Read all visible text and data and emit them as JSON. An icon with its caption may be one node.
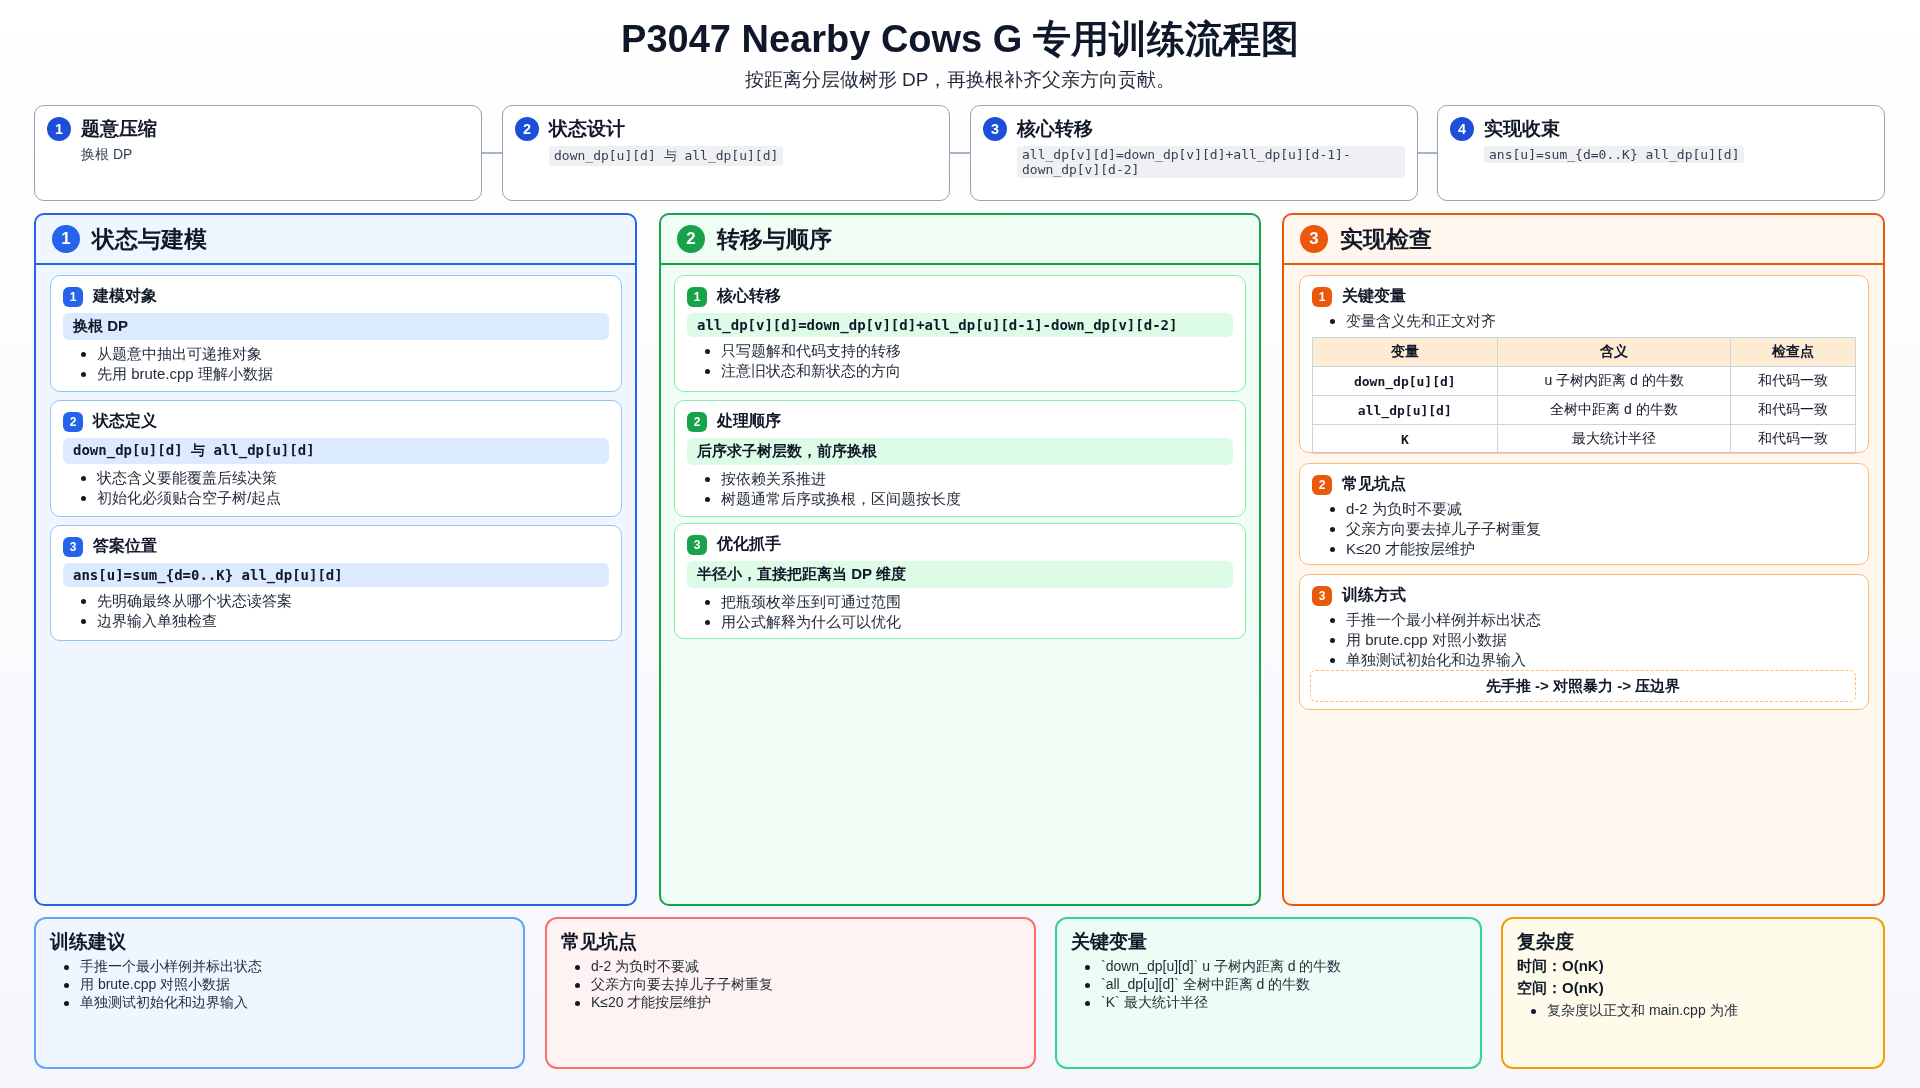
{
  "diagram": {
    "title": "P3047 Nearby Cows G 专用训练流程图",
    "nodes": [
      {
        "text": [
          "1",
          "题意压缩",
          "换根 DP"
        ]
      },
      {
        "text": [
          "2",
          "状态设计",
          "down_dp[u][d] 与 all_dp[u][d]"
        ]
      },
      {
        "text": [
          "3",
          "核心转移",
          "all_dp[v][d]=down_dp[v][d]+all_dp[u][d-1]-down_dp[v][d-2]"
        ]
      },
      {
        "text": [
          "4",
          "实现收束",
          "ans[u]=sum_{d=0..K} all_dp[u][d]"
        ]
      },
      {
        "text": [
          "1",
          "状态与建模"
        ]
      },
      {
        "text": [
          "1",
          "建模对象",
          "换根 DP",
          "从题意中抽出可递推对象",
          "先用 brute.cpp 理解小数据"
        ],
        "in": 4
      },
      {
        "text": [
          "2",
          "状态定义",
          "down_dp[u][d] 与 all_dp[u][d]",
          "状态含义要能覆盖后续决策",
          "初始化必须贴合空子树/起点"
        ],
        "in": 4
      },
      {
        "text": [
          "3",
          "答案位置",
          "ans[u]=sum_{d=0..K} all_dp[u][d]",
          "先明确最终从哪个状态读答案",
          "边界输入单独检查"
        ],
        "in": 4
      },
      {
        "text": [
          "2",
          "转移与顺序"
        ]
      },
      {
        "text": [
          "1",
          "核心转移",
          "all_dp[v][d]=down_dp[v][d]+all_dp[u][d-1]-down_dp[v][d-2]",
          "只写题解和代码支持的转移",
          "注意旧状态和新状态的方向"
        ],
        "in": 8
      },
      {
        "text": [
          "2",
          "处理顺序",
          "后序求子树层数，前序换根",
          "按依赖关系推进",
          "树题通常后序或换根，区间题按长度"
        ],
        "in": 8
      },
      {
        "text": [
          "3",
          "优化抓手",
          "半径小，直接把距离当 DP 维度",
          "把瓶颈枚举压到可通过范围",
          "用公式解释为什么可以优化"
        ],
        "in": 8
      },
      {
        "text": [
          "3",
          "实现检查"
        ]
      },
      {
        "text": [
          "1",
          "关键变量",
          "变量含义先和正文对齐",
          "变量",
          "含义",
          "检查点",
          "down_dp[u][d]",
          "u 子树内距离 d 的牛数",
          "和代码一致",
          "all_dp[u][d]",
          "全树中距离 d 的牛数",
          "和代码一致",
          "K",
          "最大统计半径",
          "和代码一致"
        ],
        "in": 12
      },
      {
        "text": [
          "2",
          "常见坑点",
          "d-2 为负时不要减",
          "父亲方向要去掉儿子子树重复",
          "K≤20 才能按层维护"
        ],
        "in": 12
      },
      {
        "text": [
          "3",
          "训练方式",
          "手推一个最小样例并标出状态",
          "用 brute.cpp 对照小数据",
          "单独测试初始化和边界输入"
        ],
        "in": 12
      },
      {
        "text": [
          "先手推 -> 对照暴力 -> 压边界"
        ],
        "in": 15
      },
      {
        "text": [
          "训练建议",
          "手推一个最小样例并标出状态",
          "用 brute.cpp 对照小数据",
          "单独测试初始化和边界输入"
        ]
      },
      {
        "text": [
          "常见坑点",
          "d-2 为负时不要减",
          "父亲方向要去掉儿子子树重复",
          "K≤20 才能按层维护"
        ]
      },
      {
        "text": [
          "关键变量",
          "`down_dp[u][d]` u 子树内距离 d 的牛数",
          "`all_dp[u][d]` 全树中距离 d 的牛数",
          "`K` 最大统计半径"
        ]
      },
      {
        "text": [
          "复杂度",
          "时间：O(nK)",
          "空间：O(nK)",
          "复杂度以正文和 main.cpp 为准"
        ]
      }
    ],
    "edges": [
      {
        "from": 0,
        "to": 1,
        "arrow": "none"
      },
      {
        "from": 1,
        "to": 2,
        "arrow": "none"
      },
      {
        "from": 2,
        "to": 3,
        "arrow": "none"
      }
    ],
    "labels": [
      "按距离分层做树形 DP，再换根补齐父亲方向贡献。"
    ]
  }
}
